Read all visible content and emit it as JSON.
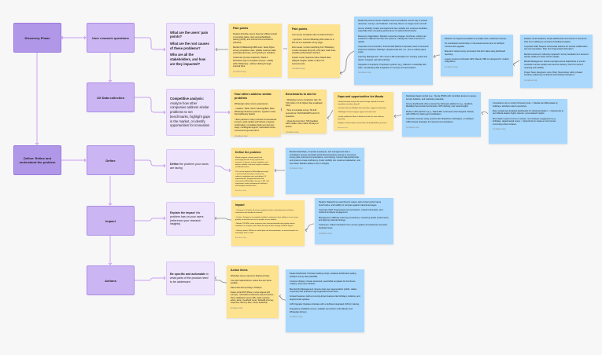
{
  "phases": {
    "discovery": "Discovery Phase",
    "define": "Define: Refine and understand the problem"
  },
  "steps": {
    "research": "User research questions",
    "ux": "UX Data collection",
    "define": "Define",
    "impact": "Impact",
    "actions": "Actions"
  },
  "descriptions": {
    "research": [
      "What are the users' pain points?",
      "What are the root causes of these problems?",
      "Who are all the stakeholders, and how are they impacted?"
    ],
    "ux": {
      "bold": "Competitive analysis:",
      "text": " Analyze how other companies address similar problems to set benchmarks, highlight gaps in the market, or identify opportunities for innovation"
    },
    "define": {
      "bold": "Define",
      "text": " the problem your users are facing"
    },
    "impact": {
      "bold": "Explain the impact",
      "text": " this problem has on your users (reference your research insights)"
    },
    "actions": {
      "bold": "Be specific and actionable",
      "text": " in what parts of the product need to be addressed"
    }
  },
  "stickies": {
    "pain1": {
      "title": "Pain points",
      "items": [
        "Dealers (frontline users): Need an efficient portal to complete tasks, view surveys/feedback, training (LMS), and internal communications (intranet).",
        "Mazda CX/Marketing/CRM team: Need higher survey completion rates, reliable customer data, automated journeys, and reporting in HubSpot.",
        "Customers (survey recipients): Need a frictionless way to complete surveys - ideally within WhatsApp - without clicking through external links."
      ],
      "author": "Annaliese Hay"
    },
    "pain2": {
      "title": "Pain points",
      "items": [
        "Low survey completion due to channel friction.",
        "- Symptom: Current WhatsApp flow relies on a link out to a separate survey page.",
        "Root cause: Context switching from WhatsApp to web increases drop-off; extra taps, load times, possible authentication barriers.",
        "Impact: Lower response rates, biased data, delayed insights, harder to drive CX improvements."
      ],
      "author": "Annaliese Hay"
    },
    "blue1": {
      "items": [
        "Dealership Access Issues: Dealers need a centralised, secure way to access resources, surveys, and bulletins. Currently, there's no single source of truth.",
        "Survey Visibility: Dealer principals lack clear visibility into customer feedback, especially when comparing performance to national benchmarks.",
        "Resource Organization: Mazda's resources (images, brochures, videos) are scattered in different formats and systems, making them hard to access or update.",
        "Corporate Communication: Internal staff (Mazda Corporate) need a structured intranet for bulletins, birthdays, departmental info, etc., but no unified space exists.",
        "Learning Management: The current LMS (Articulate) isn't meeting needs and doesn't integrate well with HubSpot.",
        "Integration Complexity: Proprietary systems (e.g., Maestro in Australia) lack APIs, complicating data integration for surveys and automations."
      ],
      "author": "Annaliese Hay"
    },
    "blue2": {
      "items": [
        "Reliance on fragmented platforms (multiple tools, scattered content).",
        "No centralised membership or role-based access prior to HubSpot Content Hub upgrade.",
        "Manual or siloed survey processes that don't allow easy dashboard reporting.",
        "Legacy systems (Articulate LMS, Maestro DB) not designed for modern integrations."
      ],
      "author": "Annaliese Hay"
    },
    "blue3": {
      "items": [
        "Dealers: Need localised, simple dashboards and access to resources. Pain from inefficiency and lack of feedback insights.",
        "Corporate Staff: Require intranet-like features for internal collaboration and communication. Pain from fragmented information.",
        "Mazda Customers: Indirectly impacted if survey feedback isn't actioned quickly, leading to lower service quality.",
        "Mazda Management: Needs oversight across dealerships to ensure consistent service quality and resource delivery. Pain from lack of reporting and visibility.",
        "Project Team (designers, devs, BAs): Must deliver within phased timelines, balancing complexity and HubSpot limitations."
      ],
      "author": "Annaliese Hay"
    },
    "others": {
      "title": "How others address similar problems",
      "items": [
        "WhatsApp native survey experiences",
        "- Leaders: Twilio, Sinch, MessageBird, Meta WhatsApp Business partners, Typeform Chat, SurveyMonkey Sparks",
        "- Best practices: Fully in-thread conversational surveys; quick replies and buttons; progress confirmation; immediate thank-you and next steps; multilingual support; automated retries; consent and opt-out built in."
      ],
      "author": "Annaliese Hay"
    },
    "bench": {
      "title": "Benchmarks to aim for",
      "items": [
        "- WhatsApp survey completion rate: 40-70% (often 1.5-3x higher than email/web links)",
        "- Time to complete survey: 60-120 seconds for CSAT/CES/NPS with 3-5 questions",
        "- Close-the-loop SLA: 70% handled within dealer users within 48 days of launch"
      ],
      "author": "Annaliese Hay"
    },
    "gaps": {
      "title": "Gaps and opportunities for Mazda",
      "items": [
        "- Unified in-thread surveys: No context change required to increase completion and reduce drop-off",
        "- Real-time flow into HubSpot: Structured data, tagged to dealer/sales",
        "- Multilingual: Detect language support and reduce bias",
        "- Dealer enablement: Alerts to Mazda and staff with clear follow-up ownership",
        "- Analytics: Dealer insight, channel data and deadline/follow-up metrics"
      ],
      "author": "Annaliese Hay"
    },
    "blue4": {
      "items": [
        "Dedicated dealer portals (e.g., Toyota, BMW) with controlled access to assets, service bulletins, and marketing materials.",
        "Survey dashboards often powered by third-party platforms (e.g., Qualtrics, Medallia) that provide benchmarks, NPS tracking, and visual insights.",
        "Modern LMS platforms (e.g., TalentLMS, Learnupon) that integrate natively with CRMs for training and certification.",
        "Corporate intranets using systems like SharePoint, Workplace, or HubSpot CMS intranet templates for internal communications."
      ],
      "author": "Annaliese Hay"
    },
    "blue5": {
      "items": [
        "Competitors rely on costly third-party tools -> Mazda can differentiate by building a HubSpot-native experience.",
        "Many portals lack localised dashboards for individual dealers -> Opportunity to give Mazda dealers highly relevant, personalised insights.",
        "Most dealer systems focus on assets, not employee engagement (e.g. birthdays, departmental news) -> Opportunity to create a more human, community-driven intranet."
      ],
      "author": "Annaliese Hay"
    },
    "defineY": {
      "title": "Define the problem",
      "items": [
        "Mazda requires a dealer portal and messaging based survey system that increases customer survey completion and delivers reliable, real-time insights to dealers and Mazda teams.",
        "The current approach (WhatsApp message -> external link) introduces friction that reduces completion rates and delays CX improvements. Fragmented tools and unconnected WhatsApp, Surveys, LMS, and integrations make management inefficient, slow insights and data trust."
      ],
      "author": "Annaliese Hay"
    },
    "defineB": {
      "items": [
        "Mazda dealerships, corporate employees, and management lack a centralised, access-controlled portal that streamlines access to resources, survey data, internal communications, and training. Current fragmented tools and systems create inefficiency, hinder visibility into customer satisfaction, and slow down Mazda's ability to act on insights."
      ],
      "author": "Annaliese Hay"
    },
    "impactY": {
      "title": "Impact",
      "items": [
        "- Customers / Product: A survey completion leads to abandonment and lower satisfaction with feedback channels.",
        "- Dealers: Delayed or incomplete feedback undermines their ability to act on issues quickly; inconsistent access to insights across dealers.",
        "- Mazda CX/CRM: Lower response rates and questionable data quality reduce confidence in insights; slows down the loop actions through CX/NPS targets.",
        "- Delivery teams: Without a unified plan and instrumentation, increased rework risk and longer time to value."
      ],
      "author": "Annaliese Hay"
    },
    "impactB": {
      "items": [
        "Dealers: Wasted time searching for assets, lack of clear performance benchmarks, and inability to compare against national averages.",
        "Corporate Staff: Fragmented communications, missed information, and reduced employee engagement.",
        "Management: Difficulty enforcing consistency, monitoring dealer performance, and aligning national strategy.",
        "Customers: Indirect frustration from service quality inconsistencies and slow feedback loops."
      ],
      "author": "Annaliese Hay"
    },
    "actionsY": {
      "title": "Action items",
      "items": [
        "WhatsApp survey experience (Highest priority)",
        "Use quick replies/buttons; reduce free-text where possible.",
        "Data model and reporting in HubSpot",
        "Dealer portal MVP (Phase 1 scope aligned with surveys) - Information architecture and permissions - Home dashboard: survey KPIs, tasks requiring action, alerts - Feedback center: list/detail of survey responses; filters by date, model, dealership"
      ],
      "author": "Annaliese Hay"
    },
    "actionsB": {
      "items": [
        "Dealer Dashboard: Prioritise building simple, localised dashboards pulling HubSpot survey data (HubDB).",
        "Content Libraries: Create structured, searchable templates for brochures, imagery, and press releases.",
        "Membership Management: Ensure clear user segmentation (public, dealer, corporate) with seamless login/registration/reset flows.",
        "Intranet Features: Add community-driven features like birthdays, bulletins, and departmental updates.",
        "LMS Upgrade: Replace Articulate with a HubSpot-integrated LMS for training.",
        "Integrations: Establish secure, scalable connections with Maestro and WhatsApp delivery."
      ],
      "author": "Annaliese Hay"
    }
  }
}
